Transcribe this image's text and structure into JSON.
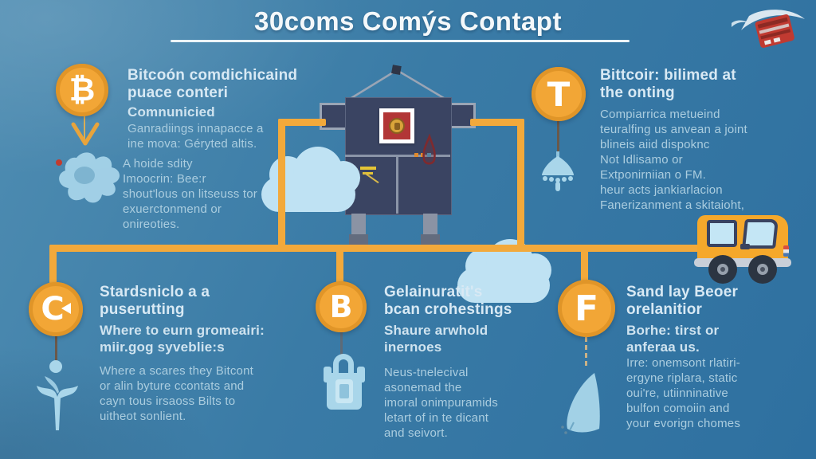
{
  "title": {
    "text": "30coms Comýs Contapt"
  },
  "colors": {
    "background_top": "#4f8db2",
    "background_bottom": "#2e70a0",
    "accent_orange": "#f2a636",
    "connector_yellow": "#f2a93b",
    "icon_light_blue": "#a9d6ea",
    "building_navy": "#3a4462",
    "frame_red": "#b23636",
    "heading_text": "#d8e9f4",
    "body_text": "#abcddf",
    "title_text": "#f4f8fa"
  },
  "icons": {
    "top_left_badge": "bitcoin-coin-icon",
    "top_left_art": "world-map-icon",
    "top_right_badge": "letter-t-coin-icon",
    "top_right_art": "hanging-lamp-icon",
    "bottom_left_badge": "letter-c-coin-icon",
    "bottom_left_art": "sprout-icon",
    "bottom_middle_badge": "letter-b-coin-icon",
    "bottom_middle_art": "padlock-icon",
    "bottom_right_badge": "letter-f-coin-icon",
    "bottom_right_art": "sail-cone-icon",
    "center_art": "bank-machine-illustration",
    "right_art": "delivery-van-icon",
    "corner_art": "red-gadget-icon",
    "background_art": "cloud-icon"
  },
  "sections": {
    "top_left": {
      "badge": "₿",
      "heading_lines": [
        "Bitcoón comdichicaind",
        "puace conteri"
      ],
      "subheading": "Comnunicied",
      "body1_lines": [
        "Ganradiings innapacce a",
        "ine mova: Géryted altis."
      ],
      "body2_lines": [
        "A hoide sdity",
        "Imoocrin: Bee:r",
        "shout'lous on litseuss tor",
        "exuerctonmend or",
        "onireoties."
      ]
    },
    "top_right": {
      "badge": "T",
      "heading_lines": [
        "Bittcoir: bilimed at",
        "the onting"
      ],
      "body_lines": [
        "Compiarrica metueind",
        "teuralfing us anvean a joint",
        "blineis aiid dispoknc",
        "Not Idlisamo or",
        "Extponirniian o FM.",
        "heur acts jankiarlacion",
        "Fanerizanment a skitaioht,"
      ]
    },
    "bottom_left": {
      "badge": "C",
      "heading_lines": [
        "Stardsniclo a a",
        "puserutting"
      ],
      "subheading_lines": [
        "Where to eurn gromeairi:",
        "miir.gog syveblie:s"
      ],
      "body_lines": [
        "Where a scares they Bitcont",
        "or alin byture ccontats and",
        "cayn tous irsaoss Bilts to",
        "uitheot sonlient."
      ]
    },
    "bottom_middle": {
      "badge": "B",
      "heading_lines": [
        "Gelainuratit's",
        "bcan crohestings"
      ],
      "subheading_lines": [
        "Shaure arwhold",
        "inernoes"
      ],
      "body_lines": [
        "Neus-tnelecival",
        "asonemad the",
        "imoral onimpuramids",
        "letart of in te dicant",
        "and seivort."
      ]
    },
    "bottom_right": {
      "badge": "F",
      "heading_lines": [
        "Sand lay Beoer",
        "orelanitior"
      ],
      "subheading_lines": [
        "Borhe: tirst or",
        "anferaa us."
      ],
      "body_lines": [
        "Irre: onemsont rlatiri-",
        "ergyne riplara, static",
        "oui're, utiinninative",
        "bulfon comoiin and",
        "your evorign chomes"
      ]
    }
  }
}
